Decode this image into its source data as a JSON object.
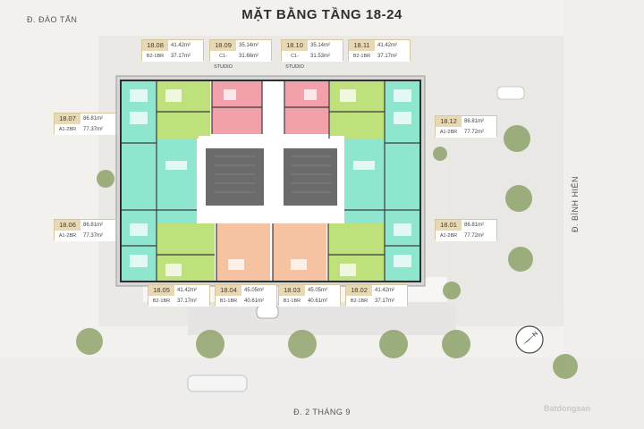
{
  "title": "MẶT BẰNG TẦNG 18-24",
  "streets": {
    "top": "Đ. ĐÀO TẤN",
    "bottom": "Đ. 2 THÁNG 9",
    "right": "Đ. BÌNH HIÊN"
  },
  "watermark": "Batdongsan",
  "colors": {
    "studio": "#f2a0a9",
    "one_bed": "#bfe17c",
    "two_bed": "#8ee6cf",
    "b1": "#f6c3a2",
    "core": "#6b6b6b",
    "corridor": "#ffffff",
    "road": "#e3e3e3",
    "pavement": "#f4f4f2",
    "label_tag": "#e8d9b6"
  },
  "units": [
    {
      "code": "18.08",
      "area_gross": "41.42m²",
      "type": "B2-1BR",
      "area_net": "37.17m²"
    },
    {
      "code": "18.09",
      "area_gross": "35.14m²",
      "type": "C1-STUDIO",
      "area_net": "31.66m²"
    },
    {
      "code": "18.10",
      "area_gross": "35.14m²",
      "type": "C1-STUDIO",
      "area_net": "31.53m²"
    },
    {
      "code": "18.11",
      "area_gross": "41.42m²",
      "type": "B2-1BR",
      "area_net": "37.17m²"
    },
    {
      "code": "18.07",
      "area_gross": "86.81m²",
      "type": "A1-2BR",
      "area_net": "77.37m²"
    },
    {
      "code": "18.12",
      "area_gross": "86.81m²",
      "type": "A1-2BR",
      "area_net": "77.72m²"
    },
    {
      "code": "18.06",
      "area_gross": "86.81m²",
      "type": "A1-2BR",
      "area_net": "77.37m²"
    },
    {
      "code": "18.01",
      "area_gross": "86.81m²",
      "type": "A1-2BR",
      "area_net": "77.72m²"
    },
    {
      "code": "18.05",
      "area_gross": "41.42m²",
      "type": "B2-1BR",
      "area_net": "37.17m²"
    },
    {
      "code": "18.04",
      "area_gross": "45.05m²",
      "type": "B1-1BR",
      "area_net": "40.61m²"
    },
    {
      "code": "18.03",
      "area_gross": "45.05m²",
      "type": "B1-1BR",
      "area_net": "40.61m²"
    },
    {
      "code": "18.02",
      "area_gross": "41.42m²",
      "type": "B2-1BR",
      "area_net": "37.17m²"
    }
  ],
  "compass": "N"
}
